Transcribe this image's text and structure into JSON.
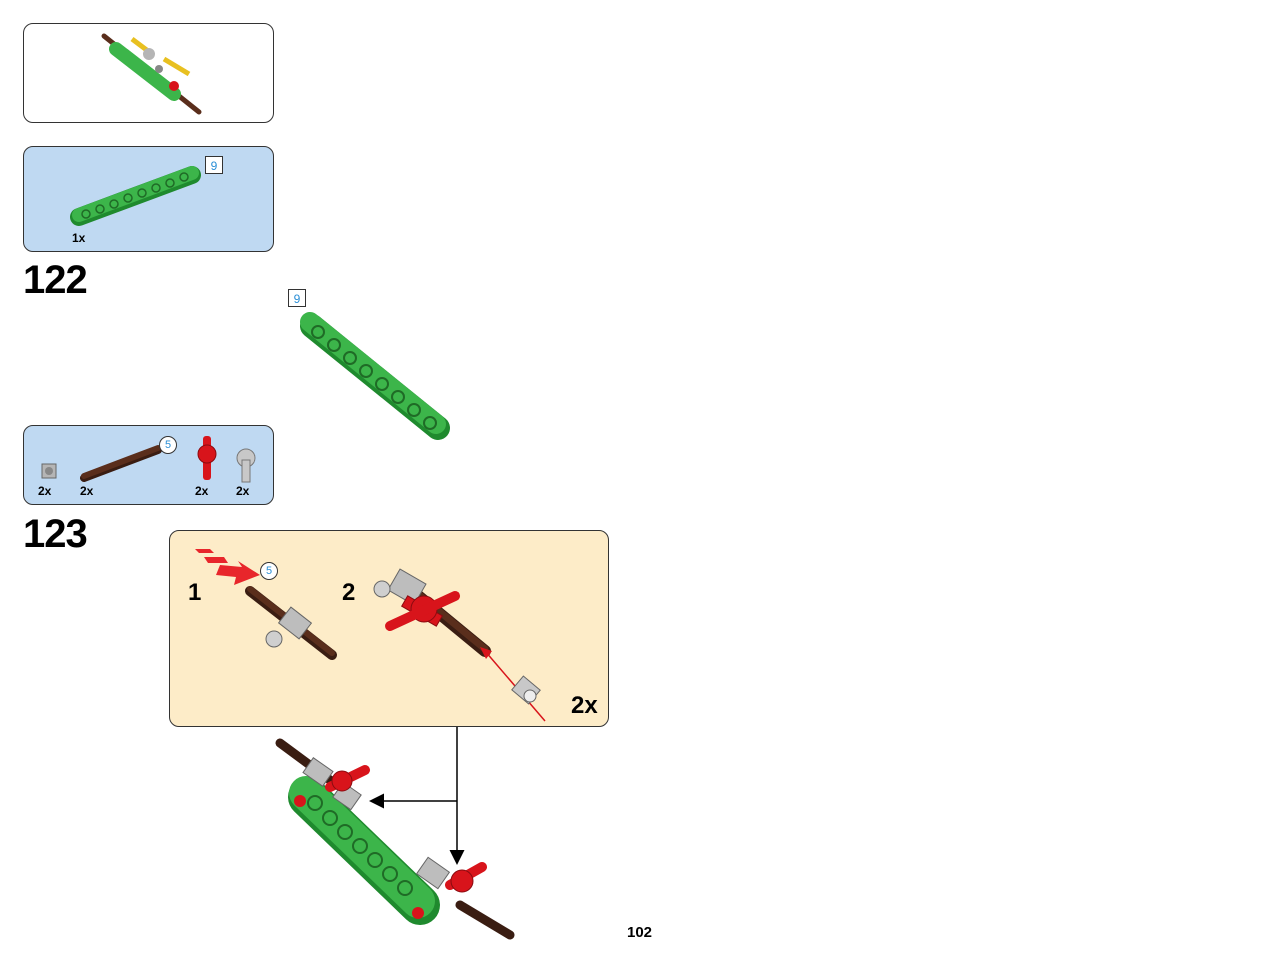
{
  "page": {
    "number": "102"
  },
  "previous_model_callout": {},
  "parts_122": {
    "length_badge": "9",
    "quantity": "1x"
  },
  "step_122": {
    "number": "122",
    "length_badge": "9"
  },
  "parts_123": {
    "axle_length_badge": "5",
    "quantities": [
      "2x",
      "2x",
      "2x",
      "2x"
    ]
  },
  "step_123": {
    "number": "123",
    "substeps": {
      "one": "1",
      "two": "2",
      "axle_length_badge": "5",
      "repeat": "2x"
    }
  },
  "colors": {
    "beam_green": "#3cb54a",
    "axle_brown": "#5a2e1c",
    "connector_red": "#d8141b",
    "bush_gray": "#b5b5b5",
    "parts_bg": "#bfd9f2",
    "subassembly_bg": "#fdecc8",
    "length_badge_text": "#2b8fd6"
  }
}
